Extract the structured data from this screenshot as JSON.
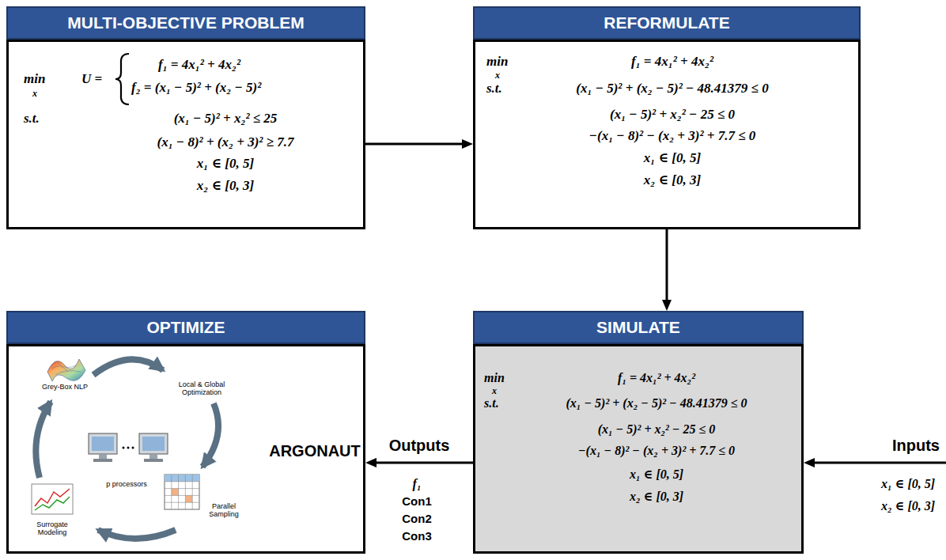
{
  "diagram": {
    "nodes": [
      {
        "text": [
          "MULTI-OBJECTIVE PROBLEM",
          "min",
          "x",
          "U =",
          "f₁ = 4x₁² + 4x₂²",
          "f₂ = (x₁ − 5)² + (x₂ − 5)²",
          "s.t.",
          "(x₁ − 5)² + x₂² ≤ 25",
          "(x₁ − 8)² + (x₂ + 3)² ≥ 7.7",
          "x₁ ∈ [0, 5]",
          "x₂ ∈ [0, 3]"
        ]
      },
      {
        "text": [
          "REFORMULATE",
          "min",
          "x",
          "f₁ = 4x₁² + 4x₂²",
          "s.t.",
          "(x₁ − 5)² + (x₂ − 5)² − 48.41379 ≤ 0",
          "(x₁ − 5)² + x₂² − 25 ≤ 0",
          "−(x₁ − 8)² − (x₂ + 3)² + 7.7 ≤ 0",
          "x₁ ∈ [0, 5]",
          "x₂ ∈ [0, 3]"
        ]
      },
      {
        "text": [
          "OPTIMIZE",
          "Grey-Box NLP",
          "Local & Global Optimization",
          "p processors",
          "Parallel Sampling",
          "Surrogate Modeling",
          "ARGONAUT"
        ]
      },
      {
        "text": [
          "SIMULATE",
          "min",
          "x",
          "f₁ = 4x₁² + 4x₂²",
          "s.t.",
          "(x₁ − 5)² + (x₂ − 5)² − 48.41379 ≤ 0",
          "(x₁ − 5)² + x₂² − 25 ≤ 0",
          "−(x₁ − 8)² − (x₂ + 3)² + 7.7 ≤ 0",
          "x₁ ∈ [0, 5]",
          "x₂ ∈ [0, 3]"
        ]
      }
    ],
    "edges": [
      {
        "from": 0,
        "to": 1,
        "arrow": "to"
      },
      {
        "from": 1,
        "to": 3,
        "arrow": "to"
      },
      {
        "from": 3,
        "to": 2,
        "arrow": "to",
        "label": "Outputs"
      }
    ],
    "labels": [
      "f₁",
      "Con1",
      "Con2",
      "Con3",
      "Inputs",
      "x₁ ∈ [0, 5]",
      "x₂ ∈ [0, 3]"
    ]
  }
}
